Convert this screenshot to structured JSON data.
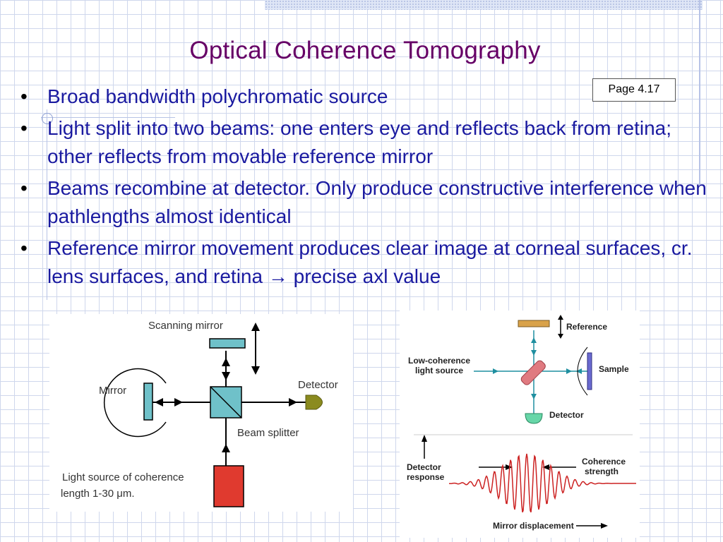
{
  "slide": {
    "title": "Optical Coherence Tomography",
    "page_label": "Page 4.17",
    "bullets": [
      "Broad bandwidth polychromatic source",
      "Light split into two beams: one enters eye and reflects back from retina; other reflects from movable reference mirror",
      "Beams recombine at detector.  Only produce constructive interference when pathlengths almost identical",
      "Reference mirror movement produces clear image at corneal surfaces, cr. lens surfaces, and retina → precise axl value"
    ]
  },
  "left_diagram": {
    "scanning_mirror_label": "Scanning mirror",
    "mirror_label": "Mirror",
    "detector_label": "Detector",
    "beam_splitter_label": "Beam splitter",
    "source_label_line1": "Light source of coherence",
    "source_label_line2": "length 1-30 μm."
  },
  "right_diagram": {
    "reference_label": "Reference",
    "source_label_line1": "Low-coherence",
    "source_label_line2": "light source",
    "sample_label": "Sample",
    "detector_label": "Detector",
    "detector_response_line1": "Detector",
    "detector_response_line2": "response",
    "coherence_line1": "Coherence",
    "coherence_line2": "strength",
    "mirror_displacement_label": "Mirror displacement"
  },
  "colors": {
    "title": "#660066",
    "bullet_text": "#1a1aa0",
    "light_source": "#e03a2f",
    "wave": "#cc2222",
    "beam": "#1f8fa0"
  }
}
